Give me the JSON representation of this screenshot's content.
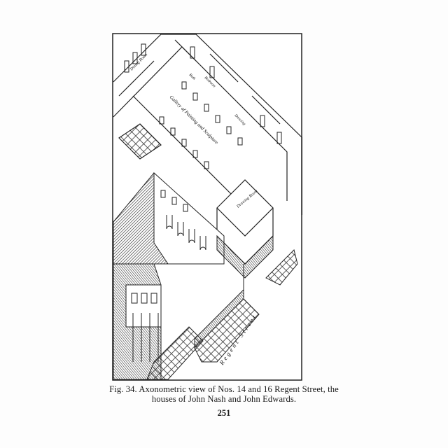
{
  "figure": {
    "room_labels": {
      "dining_room": "Dining Room",
      "bath": "Bath",
      "bedroom": "Bedroom",
      "gallery": "Gallery of Painting and Sculpture",
      "dressing": "Dressing",
      "drawing_room": "Drawing Room"
    },
    "street_label": "Regent Street"
  },
  "caption": {
    "line1": "Fig. 34. Axonometric view of Nos. 14 and 16 Regent Street, the",
    "line2": "houses of John Nash and John Edwards."
  },
  "page_number": "251"
}
